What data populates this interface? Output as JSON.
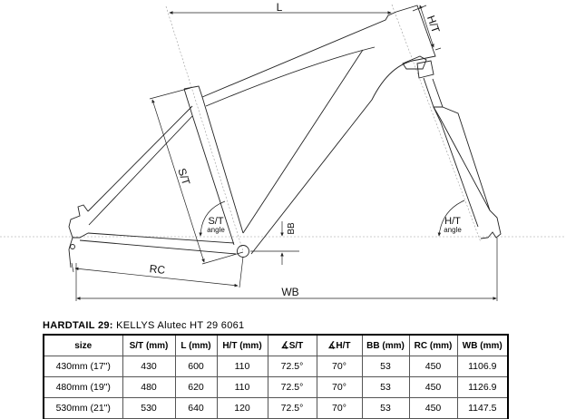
{
  "diagram": {
    "labels": {
      "L": "L",
      "HT": "H/T",
      "ST": "S/T",
      "BB": "BB",
      "RC": "RC",
      "WB": "WB",
      "st_angle_1": "S/T",
      "st_angle_2": "angle",
      "ht_angle_1": "H/T",
      "ht_angle_2": "angle"
    }
  },
  "table": {
    "title_bold": "HARDTAIL 29:",
    "title_rest": " KELLYS Alutec HT 29 6061",
    "headers": [
      "size",
      "S/T (mm)",
      "L (mm)",
      "H/T (mm)",
      "∡S/T",
      "∡H/T",
      "BB (mm)",
      "RC (mm)",
      "WB (mm)"
    ],
    "rows": [
      [
        "430mm (17\")",
        "430",
        "600",
        "110",
        "72.5°",
        "70°",
        "53",
        "450",
        "1106.9"
      ],
      [
        "480mm (19\")",
        "480",
        "620",
        "110",
        "72.5°",
        "70°",
        "53",
        "450",
        "1126.9"
      ],
      [
        "530mm (21\")",
        "530",
        "640",
        "120",
        "72.5°",
        "70°",
        "53",
        "450",
        "1147.5"
      ]
    ]
  }
}
